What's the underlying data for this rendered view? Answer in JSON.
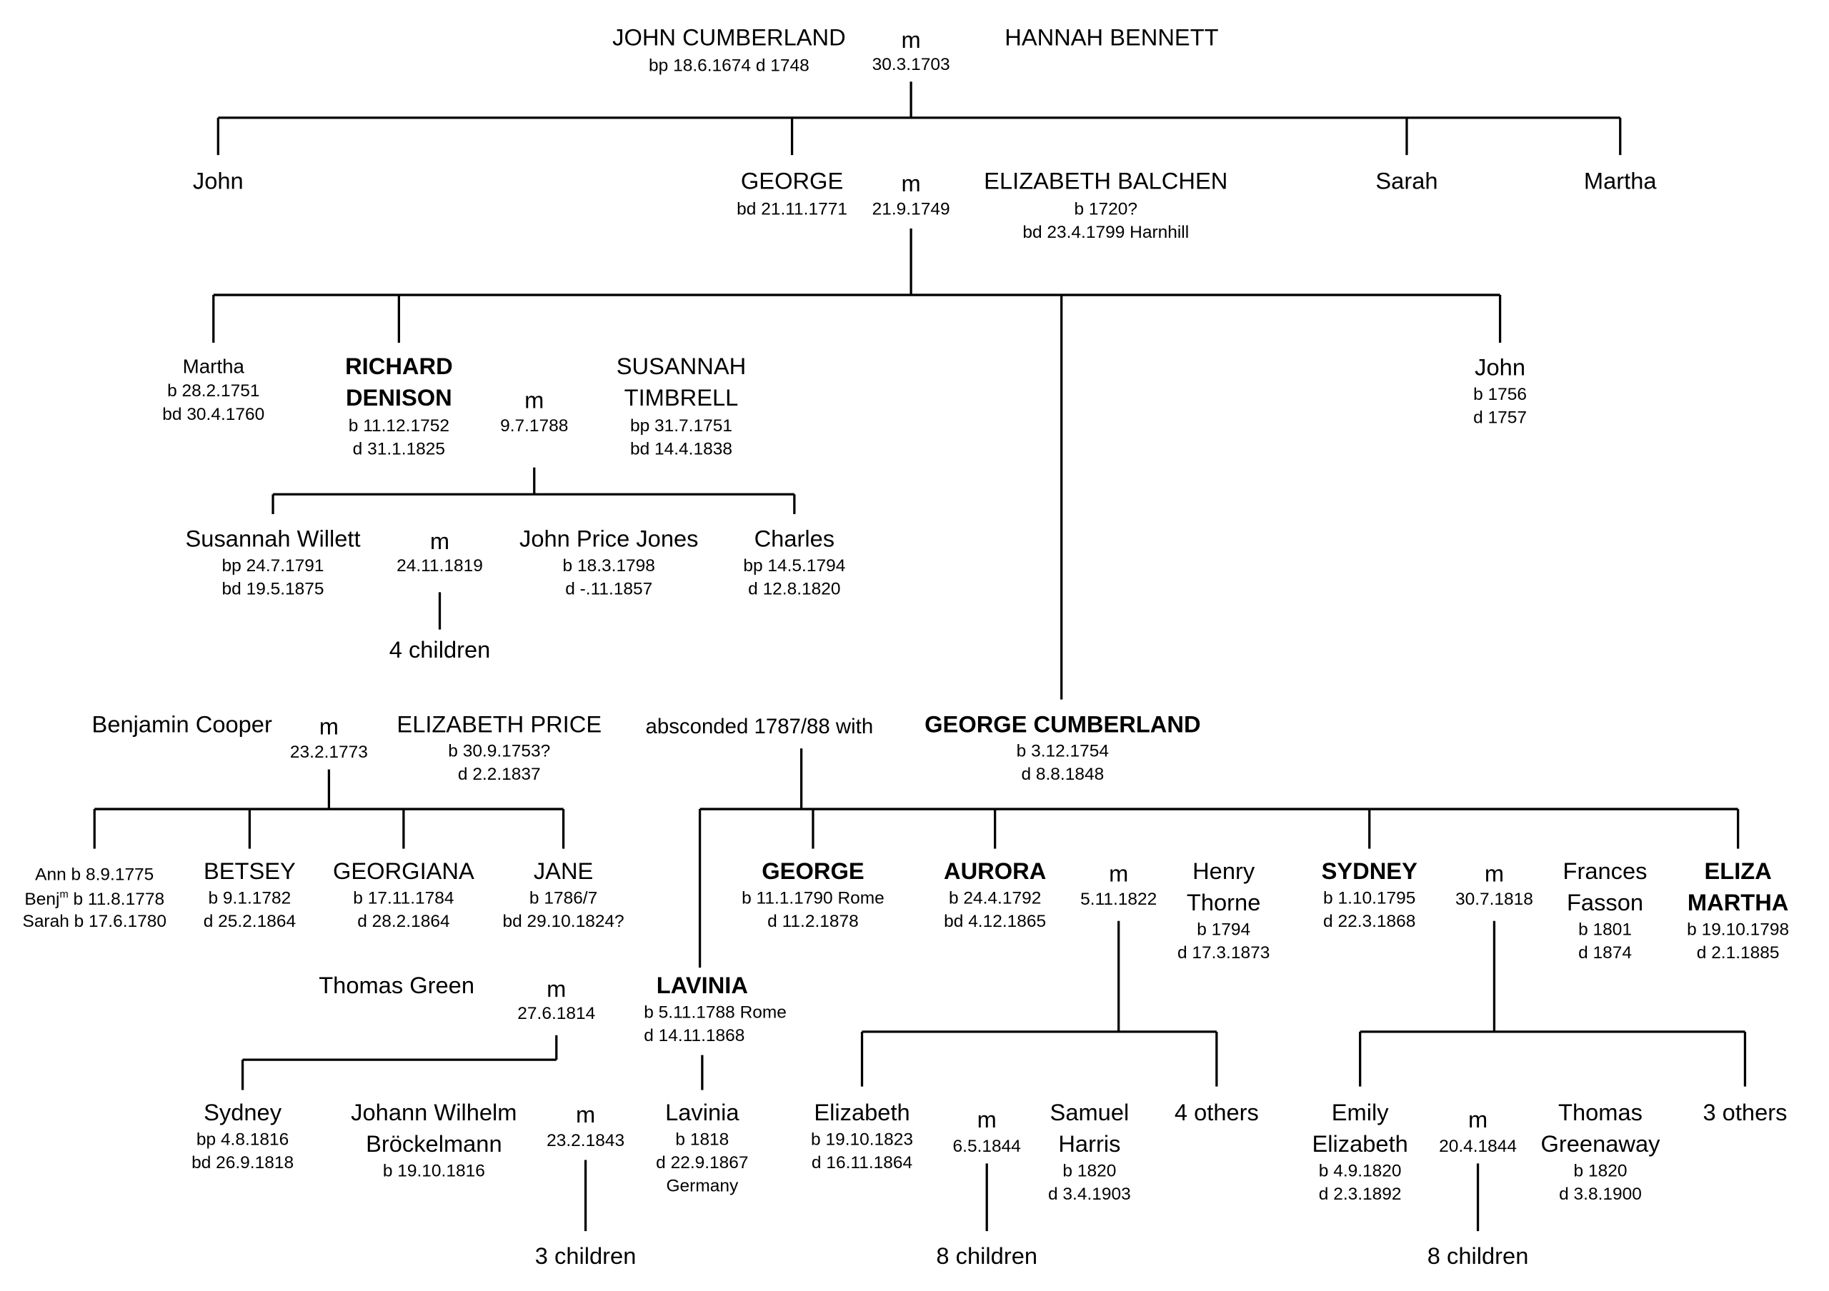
{
  "root": {
    "husband": "JOHN CUMBERLAND",
    "husband_dates": "bp 18.6.1674  d 1748",
    "m": "m",
    "marriage_date": "30.3.1703",
    "wife": "HANNAH BENNETT"
  },
  "gen2": {
    "john": "John",
    "george": "GEORGE",
    "george_dates": "bd 21.11.1771",
    "m": "m",
    "marriage_date": "21.9.1749",
    "elizabeth": "ELIZABETH BALCHEN",
    "elizabeth_b": "b 1720?",
    "elizabeth_bd": "bd 23.4.1799 Harnhill",
    "sarah": "Sarah",
    "martha": "Martha"
  },
  "gen3": {
    "martha": "Martha",
    "martha_b": "b 28.2.1751",
    "martha_bd": "bd 30.4.1760",
    "richard_1": "RICHARD",
    "richard_2": "DENISON",
    "richard_b": "b 11.12.1752",
    "richard_d": "d 31.1.1825",
    "m": "m",
    "marriage_date": "9.7.1788",
    "susannah_1": "SUSANNAH",
    "susannah_2": "TIMBRELL",
    "susannah_bp": "bp 31.7.1751",
    "susannah_bd": "bd 14.4.1838",
    "john": "John",
    "john_b": "b 1756",
    "john_d": "d 1757"
  },
  "denison_children": {
    "susannah": "Susannah Willett",
    "susannah_bp": "bp 24.7.1791",
    "susannah_bd": "bd 19.5.1875",
    "m": "m",
    "marriage_date": "24.11.1819",
    "jpj": "John Price Jones",
    "jpj_b": "b 18.3.1798",
    "jpj_d": "d -.11.1857",
    "charles": "Charles",
    "charles_bp": "bp 14.5.1794",
    "charles_d": "d 12.8.1820",
    "children": "4 children"
  },
  "cooper": {
    "benjamin": "Benjamin Cooper",
    "m": "m",
    "marriage_date": "23.2.1773",
    "elizabeth": "ELIZABETH PRICE",
    "elizabeth_b": "b 30.9.1753?",
    "elizabeth_d": "d 2.2.1837",
    "absconded": "absconded 1787/88 with",
    "gc": "GEORGE CUMBERLAND",
    "gc_b": "b 3.12.1754",
    "gc_d": "d 8.8.1848"
  },
  "cooper_children": {
    "ann": "Ann b 8.9.1775",
    "benj_pre": "Benj",
    "benj_sup": "m",
    "benj_post": " b 11.8.1778",
    "sarah": "Sarah b 17.6.1780",
    "betsey": "BETSEY",
    "betsey_b": "b 9.1.1782",
    "betsey_d": "d 25.2.1864",
    "georgiana": "GEORGIANA",
    "georgiana_b": "b 17.11.1784",
    "georgiana_d": "d 28.2.1864",
    "jane": "JANE",
    "jane_b": "b 1786/7",
    "jane_bd": "bd 29.10.1824?"
  },
  "gc_children": {
    "george": "GEORGE",
    "george_b": "b 11.1.1790 Rome",
    "george_d": "d 11.2.1878",
    "aurora": "AURORA",
    "aurora_b": "b 24.4.1792",
    "aurora_bd": "bd 4.12.1865",
    "aurora_m": "m",
    "aurora_md": "5.11.1822",
    "henry_1": "Henry",
    "henry_2": "Thorne",
    "henry_b": "b 1794",
    "henry_d": "d 17.3.1873",
    "sydney": "SYDNEY",
    "sydney_b": "b 1.10.1795",
    "sydney_d": "d 22.3.1868",
    "sydney_m": "m",
    "sydney_md": "30.7.1818",
    "frances_1": "Frances",
    "frances_2": "Fasson",
    "frances_b": "b 1801",
    "frances_d": "d 1874",
    "eliza_1": "ELIZA",
    "eliza_2": "MARTHA",
    "eliza_b": "b 19.10.1798",
    "eliza_d": "d 2.1.1885",
    "thomas_green": "Thomas Green",
    "lavinia_m": "m",
    "lavinia_md": "27.6.1814",
    "lavinia": "LAVINIA",
    "lavinia_b": "b 5.11.1788 Rome",
    "lavinia_d": "d 14.11.1868"
  },
  "gen6": {
    "sydney": "Sydney",
    "sydney_bp": "bp 4.8.1816",
    "sydney_bd": "bd 26.9.1818",
    "johann_1": "Johann Wilhelm",
    "johann_2": "Bröckelmann",
    "johann_b": "b 19.10.1816",
    "m1": "m",
    "m1_date": "23.2.1843",
    "lavinia": "Lavinia",
    "lavinia_b": "b 1818",
    "lavinia_d": "d 22.9.1867",
    "lavinia_place": "Germany",
    "children1": "3 children",
    "elizabeth": "Elizabeth",
    "elizabeth_b": "b 19.10.1823",
    "elizabeth_d": "d 16.11.1864",
    "m2": "m",
    "m2_date": "6.5.1844",
    "samuel_1": "Samuel",
    "samuel_2": "Harris",
    "samuel_b": "b 1820",
    "samuel_d": "d 3.4.1903",
    "others1": "4 others",
    "children2": "8 children",
    "emily_1": "Emily",
    "emily_2": "Elizabeth",
    "emily_b": "b 4.9.1820",
    "emily_d": "d 2.3.1892",
    "m3": "m",
    "m3_date": "20.4.1844",
    "thomas_1": "Thomas",
    "thomas_2": "Greenaway",
    "thomas_b": "b 1820",
    "thomas_d": "d 3.8.1900",
    "others2": "3 others",
    "children3": "8 children"
  }
}
